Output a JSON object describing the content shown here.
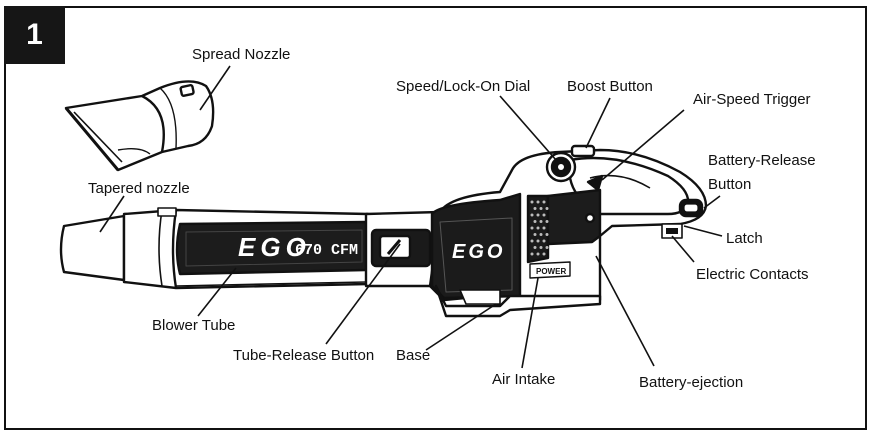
{
  "figure": {
    "number": "1"
  },
  "product": {
    "brand": "EGO",
    "rating": "670 CFM",
    "power_label": "POWER"
  },
  "callouts": {
    "spread_nozzle": "Spread Nozzle",
    "speed_dial": "Speed/Lock-On Dial",
    "boost_button": "Boost Button",
    "air_speed_trigger": "Air-Speed Trigger",
    "battery_release": "Battery-Release\nButton",
    "tapered_nozzle": "Tapered nozzle",
    "latch": "Latch",
    "electric_contacts": "Electric Contacts",
    "blower_tube": "Blower Tube",
    "tube_release": "Tube-Release Button",
    "base": "Base",
    "air_intake": "Air Intake",
    "battery_ejection": "Battery-ejection"
  }
}
